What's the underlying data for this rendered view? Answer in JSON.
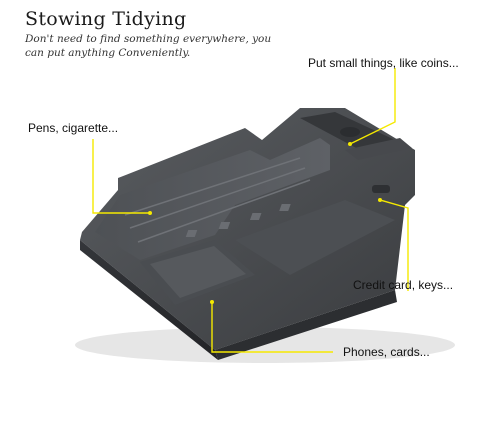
{
  "header": {
    "title": "Stowing Tidying",
    "subtitle_line1": "Don't need to find something everywhere, you",
    "subtitle_line2": "can put anything Conveniently."
  },
  "callouts": {
    "small_things": "Put small things, like coins...",
    "pens": "Pens, cigarette...",
    "cards_keys": "Credit card, keys...",
    "phones": "Phones, cards..."
  },
  "colors": {
    "leader_line": "#f5e900",
    "tray_dark": "#3b3d40",
    "tray_mid": "#55585c",
    "tray_light": "#6e7176"
  }
}
